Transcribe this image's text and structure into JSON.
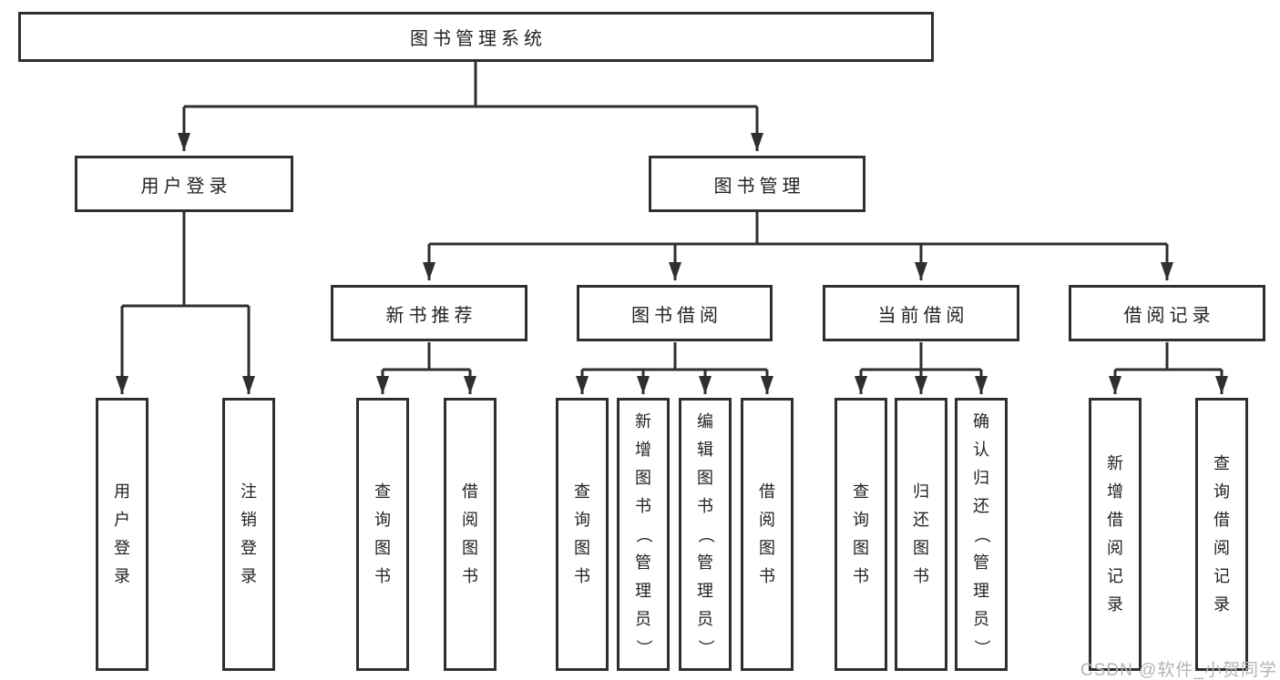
{
  "diagram": {
    "root": {
      "label": "图书管理系统"
    },
    "level2": [
      {
        "label": "用户登录"
      },
      {
        "label": "图书管理"
      }
    ],
    "level3": [
      {
        "label": "新书推荐"
      },
      {
        "label": "图书借阅"
      },
      {
        "label": "当前借阅"
      },
      {
        "label": "借阅记录"
      }
    ],
    "leaves": [
      {
        "label": "用户登录"
      },
      {
        "label": "注销登录"
      },
      {
        "label": "查询图书"
      },
      {
        "label": "借阅图书"
      },
      {
        "label": "查询图书"
      },
      {
        "label": "新增图书（管理员）"
      },
      {
        "label": "编辑图书（管理员）"
      },
      {
        "label": "借阅图书"
      },
      {
        "label": "查询图书"
      },
      {
        "label": "归还图书"
      },
      {
        "label": "确认归还（管理员）"
      },
      {
        "label": "新增借阅记录"
      },
      {
        "label": "查询借阅记录"
      }
    ],
    "watermark": "CSDN @软件_小贺同学",
    "colors": {
      "line": "#2f2f2f",
      "box_border": "#2f2f2f",
      "text": "#222222",
      "watermark": "#b5b5b5",
      "background": "#ffffff"
    }
  }
}
